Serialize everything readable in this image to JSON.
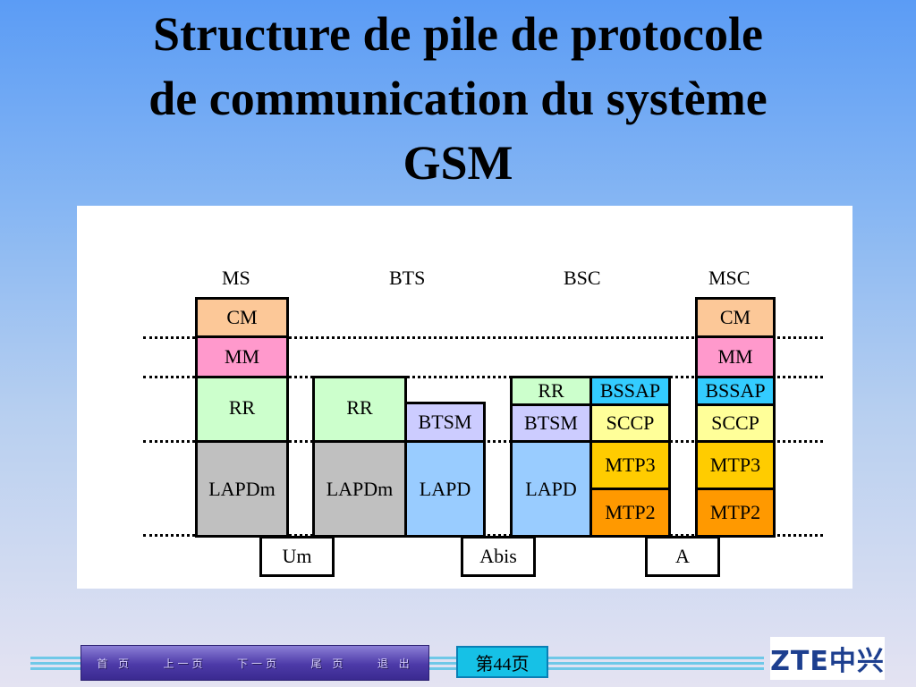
{
  "title": {
    "line1": "Structure de pile de protocole",
    "line2": "de communication du système",
    "line3": "GSM"
  },
  "diagram": {
    "nodes": [
      "MS",
      "BTS",
      "BSC",
      "MSC"
    ],
    "ms": {
      "cm": "CM",
      "mm": "MM",
      "rr": "RR",
      "lapdm": "LAPDm"
    },
    "bts": {
      "rr": "RR",
      "lapdm": "LAPDm",
      "btsm": "BTSM",
      "lapd": "LAPD"
    },
    "bsc": {
      "rr": "RR",
      "btsm": "BTSM",
      "lapd": "LAPD",
      "bssap": "BSSAP",
      "sccp": "SCCP",
      "mtp3": "MTP3",
      "mtp2": "MTP2"
    },
    "msc": {
      "cm": "CM",
      "mm": "MM",
      "bssap": "BSSAP",
      "sccp": "SCCP",
      "mtp3": "MTP3",
      "mtp2": "MTP2"
    },
    "interfaces": [
      "Um",
      "Abis",
      "A"
    ],
    "colors": {
      "cm": "#fcc898",
      "mm": "#ff99cc",
      "rr": "#ccffcc",
      "lapdm": "#c0c0c0",
      "btsm": "#ccccff",
      "lapd": "#99ccff",
      "bssap": "#33ccff",
      "sccp": "#ffff99",
      "mtp3": "#ffcc00",
      "mtp2": "#ff9900"
    }
  },
  "footer": {
    "nav": [
      "首 页",
      "上一页",
      "下一页",
      "尾 页",
      "退 出"
    ],
    "page": "第44页",
    "logo": "ZTE中兴"
  }
}
